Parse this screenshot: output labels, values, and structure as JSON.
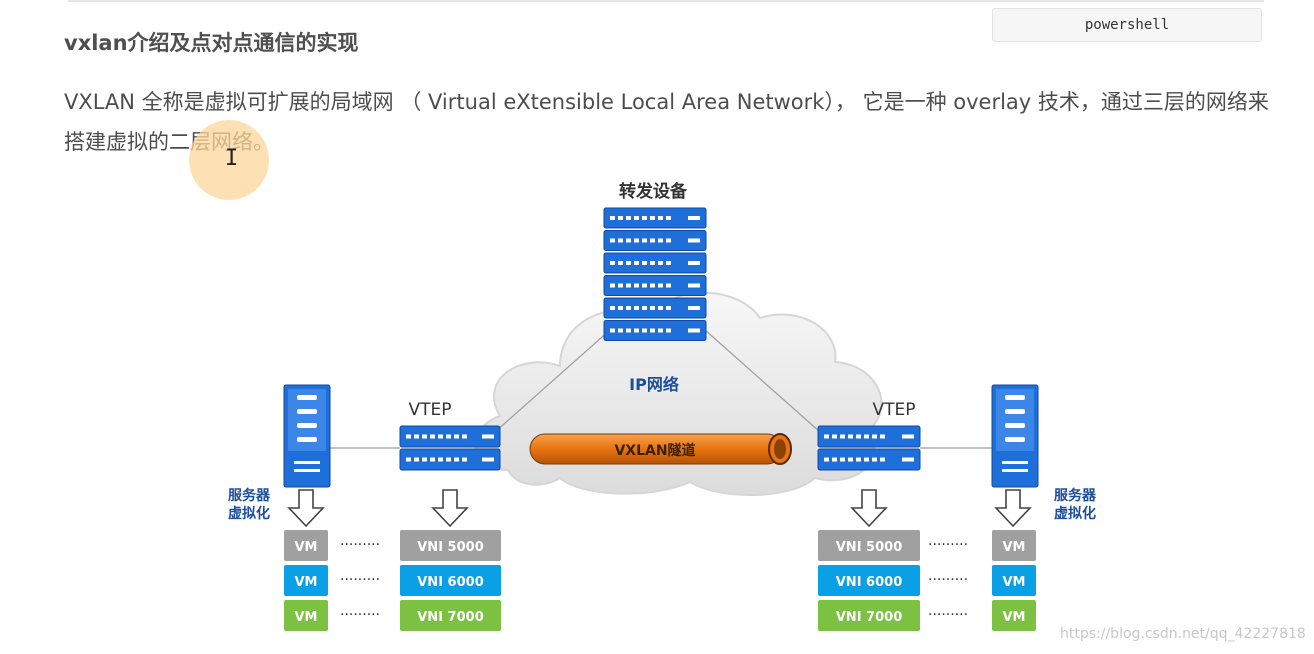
{
  "code_block": {
    "language_label": "powershell"
  },
  "article": {
    "heading": "vxlan介绍及点对点通信的实现",
    "paragraph": "VXLAN 全称是虚拟可扩展的局域网 （ Virtual eXtensible Local Area Network）， 它是一种 overlay 技术，通过三层的网络来搭建虚拟的二层网络。"
  },
  "diagram": {
    "forwarding_device_label": "转发设备",
    "ip_network_label": "IP网络",
    "tunnel_label": "VXLAN隧道",
    "vtep_left_label": "VTEP",
    "vtep_right_label": "VTEP",
    "server_virtualization_left_label": "服务器\n虚拟化",
    "server_virtualization_right_label": "服务器\n虚拟化",
    "vm_label": "VM",
    "dots": "·········",
    "vni_labels": [
      "VNI 5000",
      "VNI 6000",
      "VNI 7000"
    ],
    "colors": {
      "gray": "#a0a0a0",
      "blue": "#0aa0e6",
      "green": "#7cc142",
      "device_blue": "#1e6fd9",
      "tunnel": "#e87310"
    }
  },
  "watermark": "https://blog.csdn.net/qq_42227818"
}
